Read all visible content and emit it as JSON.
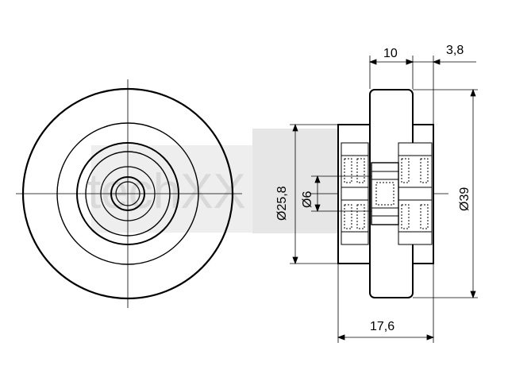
{
  "watermark": {
    "text": "techXX",
    "color": "#d9d9d9"
  },
  "dimensions": {
    "width_hub": "10",
    "width_flange": "3,8",
    "dia_inner_hub": "Ø25,8",
    "dia_bore": "Ø6",
    "dia_outer": "Ø39",
    "total_width": "17,6"
  },
  "colors": {
    "line": "#000000",
    "background": "#ffffff"
  }
}
